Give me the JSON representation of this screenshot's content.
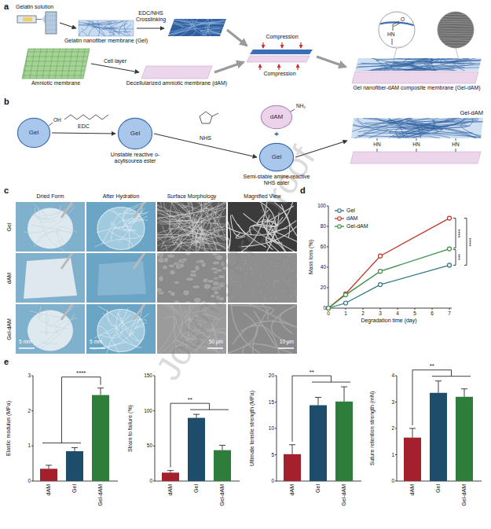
{
  "diagram": {
    "nodes": [
      {
        "text": [
          "Gelatin solution"
        ]
      },
      {
        "text": [
          "Gelatin nanofiber membrane (Gel)"
        ]
      },
      {
        "text": [
          "Amniotic membrane"
        ]
      },
      {
        "text": [
          "Decellularized amniotic membrane (dAM)"
        ]
      },
      {
        "text": [
          "Gel nanofiber-dAM composite membrane (Gel-dAM)"
        ]
      },
      {
        "text": [
          "Gel"
        ]
      },
      {
        "text": [
          "Gel",
          "Unstable reactive o-acylisourea ester"
        ]
      },
      {
        "text": [
          "dAM"
        ]
      },
      {
        "text": [
          "Gel",
          "Semi-stable amine-reactive NHS eater"
        ]
      },
      {
        "text": [
          "Gel-dAM"
        ]
      }
    ],
    "edges": [
      {
        "from": 0,
        "to": 1,
        "arrow": "to"
      },
      {
        "from": 2,
        "to": 3,
        "label": "Cell layer",
        "arrow": "to"
      },
      {
        "from": 5,
        "to": 6,
        "label": "EDC",
        "arrow": "to"
      },
      {
        "from": 6,
        "to": 8,
        "label": "NHS",
        "arrow": "to"
      },
      {
        "from": 8,
        "to": 9,
        "arrow": "to"
      }
    ],
    "labels": [
      "a",
      "EDC/NHS Crosslinking",
      "Compression",
      "Compression",
      "HN",
      "O",
      "b",
      "OH",
      "NH₂",
      "+",
      "HN",
      "HN",
      "HN",
      "c",
      "Dried Form",
      "After Hydration",
      "Surface Morphology",
      "Magnified View",
      "Gel",
      "dAM",
      "Gel-dAM",
      "5 mm",
      "5 mm",
      "50 μm",
      "10 μm",
      "d",
      "Mass loss (%)",
      "Degradation time (day)",
      "0",
      "20",
      "40",
      "60",
      "80",
      "100",
      "0",
      "1",
      "2",
      "3",
      "4",
      "5",
      "6",
      "7",
      "***",
      "****",
      "****",
      "e",
      "Elastic modulus (MPa)",
      "0",
      "1",
      "2",
      "3",
      "dAM",
      "Gel",
      "Gel-dAM",
      "****",
      "Strain to failure (%)",
      "0",
      "50",
      "100",
      "150",
      "dAM",
      "Gel",
      "Gel-dAM",
      "**",
      "Ultimate tensile strength (MPa)",
      "0",
      "5",
      "10",
      "15",
      "20",
      "dAM",
      "Gel",
      "Gel-dAM",
      "**",
      "Suture retention strength (mN)",
      "0",
      "1",
      "2",
      "3",
      "4",
      "dAM",
      "Gel",
      "Gel-dAM",
      "**",
      "Journal Pre-proof"
    ],
    "legend": [
      {
        "text": "Gel"
      },
      {
        "text": "dAM"
      },
      {
        "text": "Gel-dAM"
      }
    ]
  }
}
